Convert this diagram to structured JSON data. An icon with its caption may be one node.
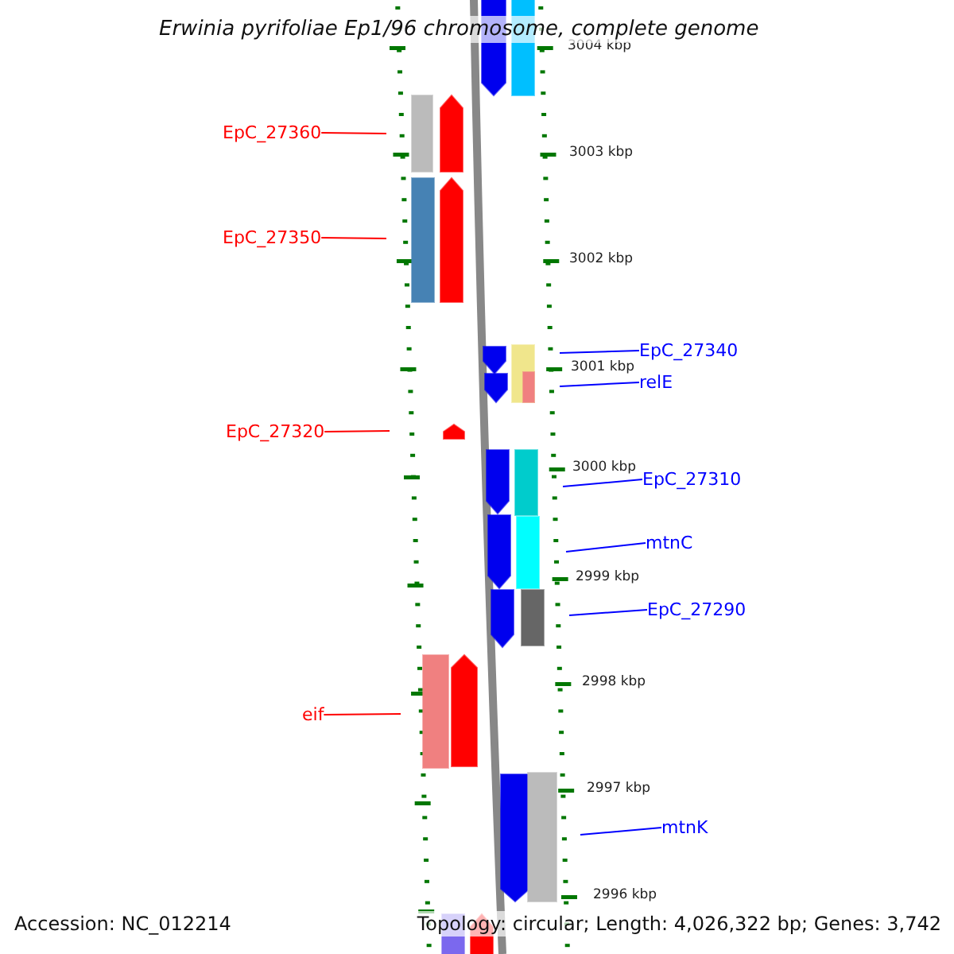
{
  "diagram": {
    "title": "Erwinia pyrifoliae Ep1/96 chromosome, complete genome",
    "nodes": [
      {
        "text": [
          "EpC_27360"
        ]
      },
      {
        "text": [
          "EpC_27350"
        ]
      },
      {
        "text": [
          "EpC_27320"
        ]
      },
      {
        "text": [
          "eif"
        ]
      },
      {
        "text": [
          "EpC_27340"
        ]
      },
      {
        "text": [
          "relE"
        ]
      },
      {
        "text": [
          "EpC_27310"
        ]
      },
      {
        "text": [
          "mtnC"
        ]
      },
      {
        "text": [
          "EpC_27290"
        ]
      },
      {
        "text": [
          "mtnK"
        ]
      }
    ],
    "edges": [
      {
        "from": 0,
        "to": null,
        "arrow": "none",
        "color": "#ff0000"
      },
      {
        "from": 1,
        "to": null,
        "arrow": "none",
        "color": "#ff0000"
      },
      {
        "from": 2,
        "to": null,
        "arrow": "none",
        "color": "#ff0000"
      },
      {
        "from": 3,
        "to": null,
        "arrow": "none",
        "color": "#ff0000"
      },
      {
        "from": 4,
        "to": null,
        "arrow": "none",
        "color": "#0000ff"
      },
      {
        "from": 5,
        "to": null,
        "arrow": "none",
        "color": "#0000ff"
      },
      {
        "from": 6,
        "to": null,
        "arrow": "none",
        "color": "#0000ff"
      },
      {
        "from": 7,
        "to": null,
        "arrow": "none",
        "color": "#0000ff"
      },
      {
        "from": 8,
        "to": null,
        "arrow": "none",
        "color": "#0000ff"
      },
      {
        "from": 9,
        "to": null,
        "arrow": "none",
        "color": "#0000ff"
      }
    ],
    "labels": [
      "3004 kbp",
      "3003 kbp",
      "3002 kbp",
      "3001 kbp",
      "3000 kbp",
      "2999 kbp",
      "2998 kbp",
      "2997 kbp",
      "2996 kbp",
      "Accession: NC_012214",
      "Topology: circular; Length: 4,026,322 bp; Genes: 3,742"
    ]
  }
}
